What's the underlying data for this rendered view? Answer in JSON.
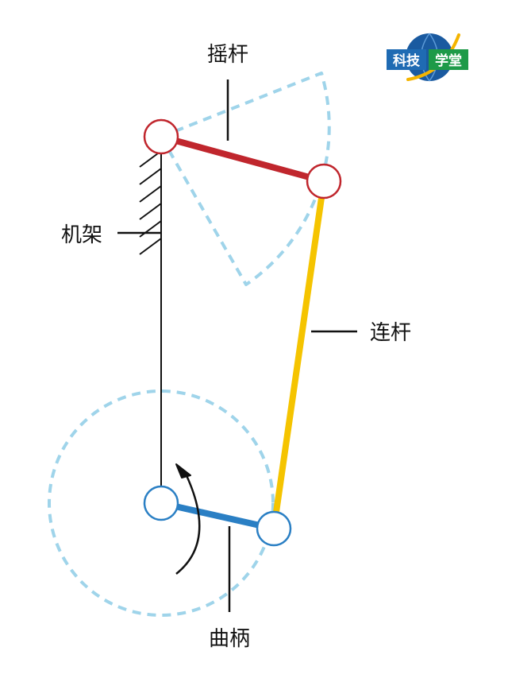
{
  "labels": {
    "rocker": "摇杆",
    "frame": "机架",
    "coupler": "连杆",
    "crank": "曲柄"
  },
  "logo": {
    "left_text": "科技",
    "right_text": "学堂"
  },
  "colors": {
    "rocker": "#c0262d",
    "coupler": "#f5c400",
    "crank": "#2a7fc4",
    "motion_path": "#9fd4ea",
    "frame": "#111111",
    "logo_left_bg": "#1f6bb3",
    "logo_right_bg": "#1e9a48",
    "logo_swoosh": "#f4b400"
  }
}
